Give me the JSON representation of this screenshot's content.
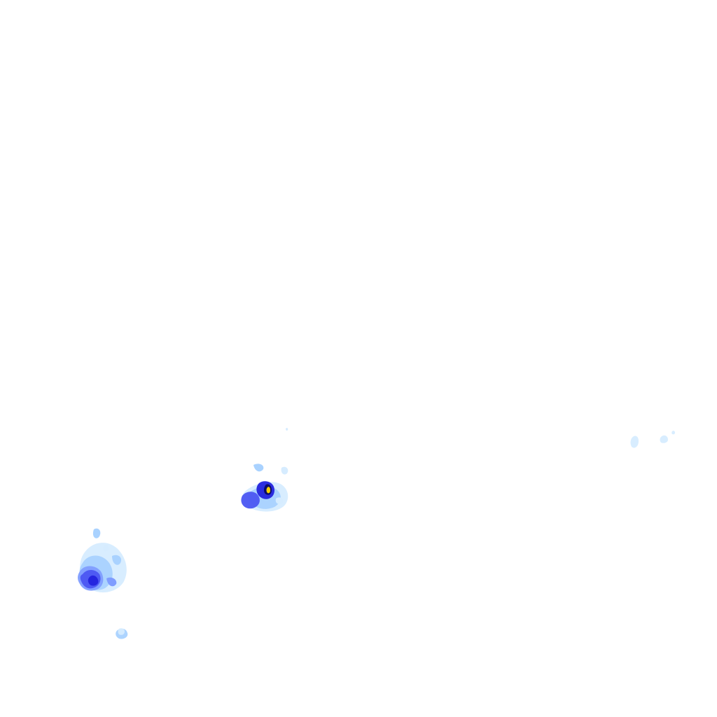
{
  "layer": {
    "kind": "rain-radar-overlay",
    "background": "#ffffff"
  },
  "palette": {
    "very_light": "#d6ecff",
    "light": "#a9d2ff",
    "medium": "#7f9dff",
    "strong": "#4b56f2",
    "heavy": "#2323dd",
    "intense": "#0b0b66",
    "core": "#ffd400"
  },
  "echoes": [
    {
      "name": "echo-cluster-southwest",
      "intensity": "strong"
    },
    {
      "name": "echo-cluster-central",
      "intensity": "heavy"
    },
    {
      "name": "echo-cluster-small-south",
      "intensity": "light"
    },
    {
      "name": "echo-cluster-east",
      "intensity": "very_light"
    }
  ]
}
